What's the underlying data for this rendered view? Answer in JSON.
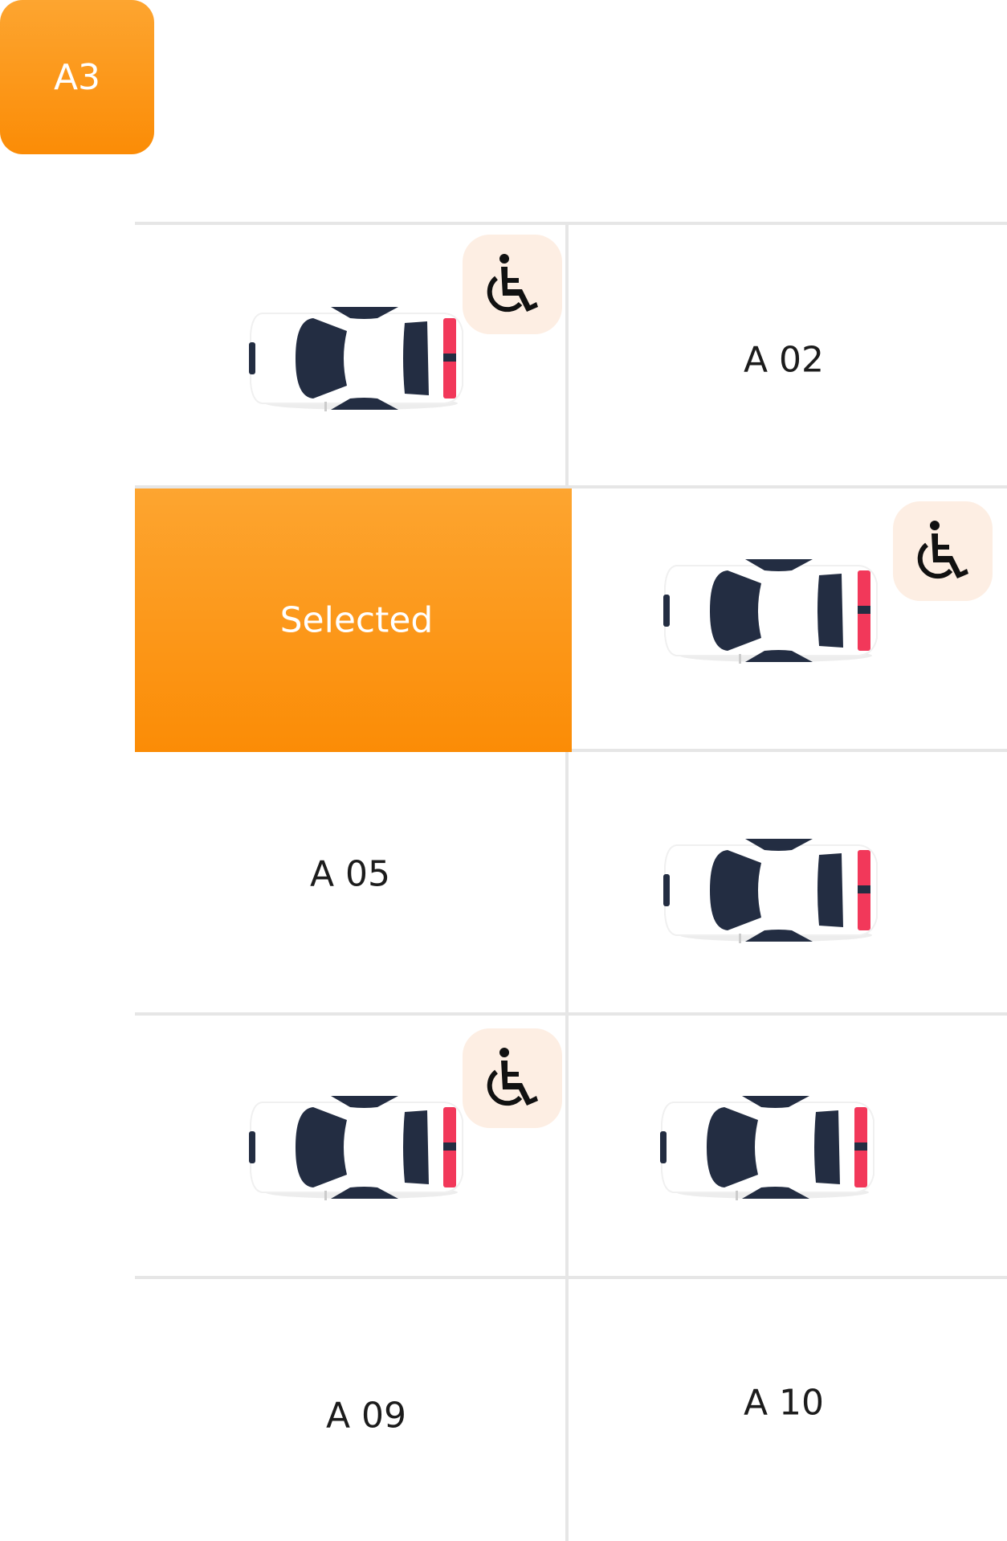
{
  "level": {
    "label": "A3"
  },
  "colors": {
    "accent": "#fb8c06",
    "accent_light": "#fda530",
    "grid_line": "#e6e6e6",
    "car_body": "#ffffff",
    "car_glass": "#232d42",
    "car_tail": "#f2385a",
    "access_badge_bg": "#fdeee3"
  },
  "slots": [
    {
      "id": "A 01",
      "label": "",
      "status": "occupied",
      "accessible": true
    },
    {
      "id": "A 02",
      "label": "A 02",
      "status": "available",
      "accessible": false
    },
    {
      "id": "A 03",
      "label": "Selected",
      "status": "selected",
      "accessible": false
    },
    {
      "id": "A 04",
      "label": "",
      "status": "occupied",
      "accessible": true
    },
    {
      "id": "A 05",
      "label": "A 05",
      "status": "available",
      "accessible": false
    },
    {
      "id": "A 06",
      "label": "",
      "status": "occupied",
      "accessible": false
    },
    {
      "id": "A 07",
      "label": "",
      "status": "occupied",
      "accessible": true
    },
    {
      "id": "A 08",
      "label": "",
      "status": "occupied",
      "accessible": false
    },
    {
      "id": "A 09",
      "label": "A 09",
      "status": "available",
      "accessible": false
    },
    {
      "id": "A 10",
      "label": "A 10",
      "status": "available",
      "accessible": false
    }
  ],
  "icons": {
    "car": "car-top-view-icon",
    "accessible": "wheelchair-icon"
  }
}
